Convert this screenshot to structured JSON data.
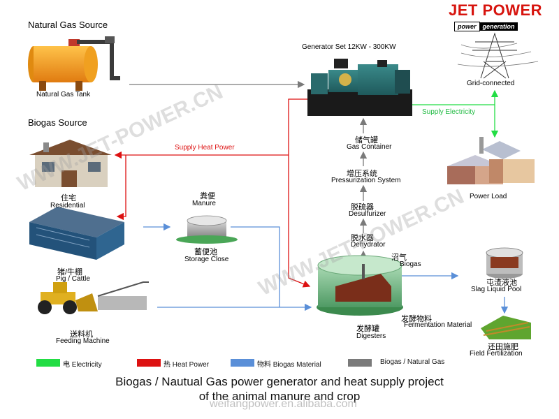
{
  "logo": {
    "line1": "JET POWER",
    "line2a": "power",
    "line2b": "generation"
  },
  "sections": {
    "natural_gas": "Natural Gas Source",
    "biogas": "Biogas Source"
  },
  "nodes": {
    "natural_gas_tank": "Natural Gas Tank",
    "generator_set": "Generator Set 12KW - 300KW",
    "grid": "Grid-connected",
    "power_load": "Power Load",
    "residential_cn": "住宅",
    "residential": "Residential",
    "pig_cattle_cn": "猪/牛棚",
    "pig_cattle": "Pig / Cattle",
    "feeding_cn": "送料机",
    "feeding": "Feeding Machine",
    "manure_cn": "粪便",
    "manure": "Manure",
    "storage_cn": "蓄便池",
    "storage": "Storage Close",
    "gas_container_cn": "储气罐",
    "gas_container": "Gas Container",
    "pressurization_cn": "增压系统",
    "pressurization": "Pressurization System",
    "desulfurizer_cn": "脱硫器",
    "desulfurizer": "Desulfurizer",
    "dehydrator_cn": "脱水器",
    "dehydrator": "Dehydrator",
    "biogas_cn": "沼气",
    "biogas": "Biogas",
    "slag_cn": "屯渣液池",
    "slag": "Slag Liquid Pool",
    "fermentation_cn": "发酵物料",
    "fermentation": "Fermentation Material",
    "digesters_cn": "发酵罐",
    "digesters": "Digesters",
    "field_cn": "还田施肥",
    "field": "Field Fertilization"
  },
  "flows": {
    "supply_heat": "Supply Heat Power",
    "supply_elec": "Supply Electricity"
  },
  "legend": [
    {
      "cn": "电",
      "en": "Electricity",
      "color": "#22dd44"
    },
    {
      "cn": "热",
      "en": "Heat Power",
      "color": "#dd1111"
    },
    {
      "cn": "物料",
      "en": "Biogas Material",
      "color": "#5a8fd8"
    },
    {
      "cn": "",
      "en": "Biogas / Natural Gas",
      "color": "#7a7a7a"
    }
  ],
  "caption": {
    "line1": "Biogas / Nautual Gas power generator and heat supply project",
    "line2": "of the animal manure and crop"
  },
  "watermarks": {
    "main": "WWW.JET-POWER.CN",
    "bottom": "weifangpower.en.alibaba.com"
  },
  "colors": {
    "electricity": "#22dd44",
    "heat": "#dd1111",
    "material": "#5a8fd8",
    "gas": "#7a7a7a"
  }
}
